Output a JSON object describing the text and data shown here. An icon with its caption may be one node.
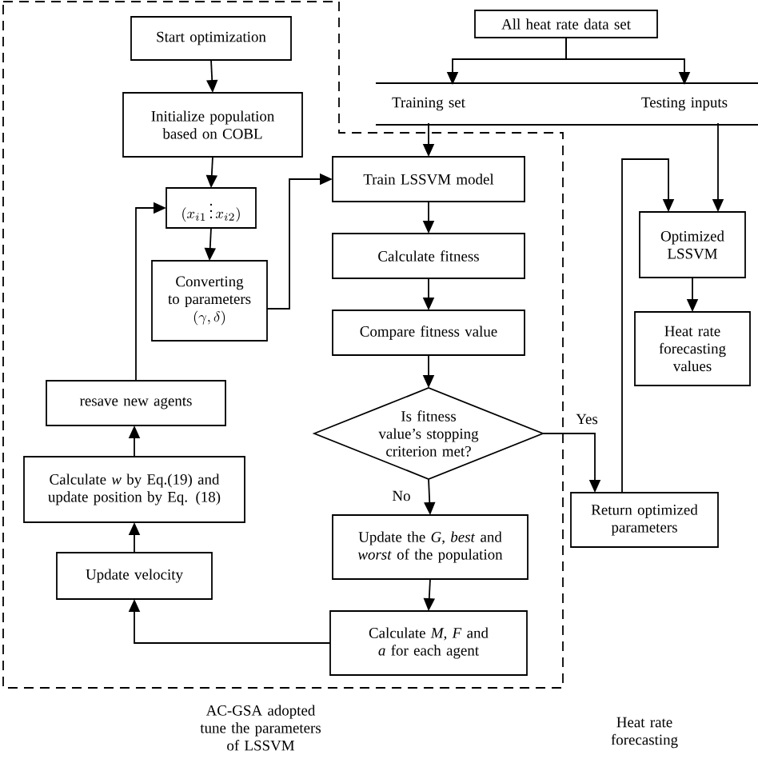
{
  "diagram": {
    "nodes": [
      {
        "text": [
          "Start optimization"
        ]
      },
      {
        "text": [
          "Initialize population based on COBL"
        ]
      },
      {
        "text": [
          "(x_{i1} \\,\\vdots\\, x_{i2})"
        ]
      },
      {
        "text": [
          "Converting to parameters",
          "(\\gamma, \\delta)"
        ]
      },
      {
        "text": [
          "All heat rate data set"
        ]
      },
      {
        "text": [
          "Training set"
        ]
      },
      {
        "text": [
          "Testing inputs"
        ]
      },
      {
        "text": [
          "Train LSSVM model"
        ]
      },
      {
        "text": [
          "Calculate fitness"
        ]
      },
      {
        "text": [
          "Compare fitness value"
        ]
      },
      {
        "text": [
          "Is fitness value’s stopping criterion met?"
        ]
      },
      {
        "text": [
          "Update the *G*, *best* and *worst* of the population"
        ]
      },
      {
        "text": [
          "Calculate *M*, *F* and *a* for each agent"
        ]
      },
      {
        "text": [
          "Update velocity"
        ]
      },
      {
        "text": [
          "Calculate *w* by Eq.(19) and update position by Eq. (18)"
        ]
      },
      {
        "text": [
          "resave new agents"
        ]
      },
      {
        "text": [
          "Optimized LSSVM"
        ]
      },
      {
        "text": [
          "Heat rate forecasting values"
        ]
      },
      {
        "text": [
          "Return optimized parameters"
        ]
      }
    ],
    "edges": [
      {
        "from": 0,
        "to": 1,
        "arrow": "to"
      },
      {
        "from": 1,
        "to": 2,
        "arrow": "to"
      },
      {
        "from": 2,
        "to": 3,
        "arrow": "to"
      },
      {
        "from": 3,
        "to": 7,
        "arrow": "to"
      },
      {
        "from": 4,
        "to": 5,
        "arrow": "to"
      },
      {
        "from": 4,
        "to": 6,
        "arrow": "to"
      },
      {
        "from": 5,
        "to": 7,
        "arrow": "to"
      },
      {
        "from": 6,
        "to": 16,
        "arrow": "to"
      },
      {
        "from": 7,
        "to": 8,
        "arrow": "to"
      },
      {
        "from": 8,
        "to": 9,
        "arrow": "to"
      },
      {
        "from": 9,
        "to": 10,
        "arrow": "to"
      },
      {
        "from": 10,
        "to": 11,
        "arrow": "to",
        "label": "No"
      },
      {
        "from": 10,
        "to": 18,
        "arrow": "to",
        "label": "Yes"
      },
      {
        "from": 11,
        "to": 12,
        "arrow": "to"
      },
      {
        "from": 12,
        "to": 13,
        "arrow": "to"
      },
      {
        "from": 13,
        "to": 14,
        "arrow": "to"
      },
      {
        "from": 14,
        "to": 15,
        "arrow": "to"
      },
      {
        "from": 15,
        "to": 2,
        "arrow": "to"
      },
      {
        "from": 18,
        "to": 16,
        "arrow": "to"
      },
      {
        "from": 16,
        "to": 17,
        "arrow": "to"
      }
    ],
    "labels": [
      "AC-GSA adopted tune the parameters of LSSVM",
      "Heat rate forecasting"
    ]
  }
}
